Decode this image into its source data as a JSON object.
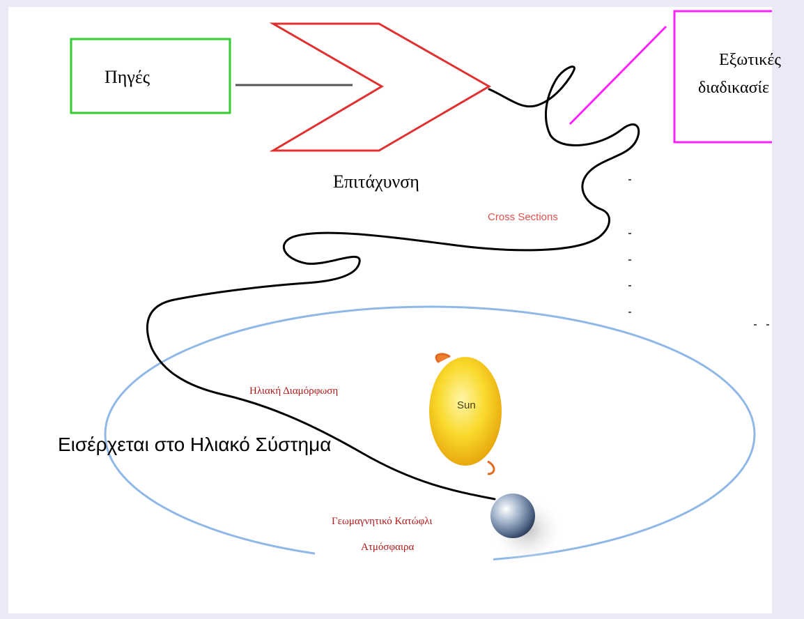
{
  "labels": {
    "sources": "Πηγές",
    "acceleration": "Επιτάχυνση",
    "exotic_processes_line1": "Εξωτικές",
    "exotic_processes_line2": "διαδικασίε",
    "cross_sections": "Cross Sections",
    "solar_modulation": "Ηλιακή Διαμόρφωση",
    "enters_solar_system": "Εισέρχεται στο Ηλιακό Σύστημα",
    "geomagnetic_cutoff": "Γεωμαγνητικό Κατώφλι",
    "atmosphere": "Ατμόσφαιρα",
    "sun": "Sun"
  },
  "colors": {
    "sources_box": "#33cc33",
    "accelerator": "#e03030",
    "exotic_box": "#ff22ff",
    "orbit": "#8fb8e6",
    "path": "#000000",
    "sun": "#f7d21a"
  }
}
